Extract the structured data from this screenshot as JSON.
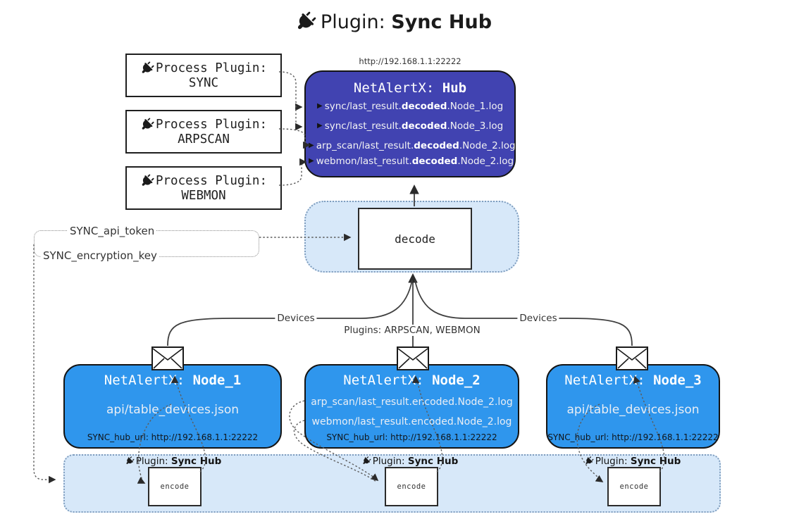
{
  "title": {
    "prefix": "Plugin: ",
    "name": "Sync Hub"
  },
  "colors": {
    "hub_bg": "#4143b1",
    "node_bg": "#2f96ed",
    "band_bg": "#d7e8f9",
    "band_border": "#7f9dbe"
  },
  "process_plugins": {
    "label": "Process Plugin:",
    "items": [
      {
        "name": "SYNC"
      },
      {
        "name": "ARPSCAN"
      },
      {
        "name": "WEBMON"
      }
    ]
  },
  "hub": {
    "url": "http://192.168.1.1:22222",
    "title_prefix": "NetAlertX: ",
    "title_name": "Hub",
    "lines": [
      {
        "pre": "sync/last_result.",
        "bold": "decoded",
        "post": ".Node_1.log"
      },
      {
        "pre": "sync/last_result.",
        "bold": "decoded",
        "post": ".Node_3.log"
      },
      {
        "pre": "arp_scan/last_result.",
        "bold": "decoded",
        "post": ".Node_2.log"
      },
      {
        "pre": "webmon/last_result.",
        "bold": "decoded",
        "post": ".Node_2.log"
      }
    ]
  },
  "decode": {
    "label": "decode"
  },
  "secrets": {
    "api_token": "SYNC_api_token",
    "encryption_key": "SYNC_encryption_key"
  },
  "edges": {
    "devices_left": "Devices",
    "devices_right": "Devices",
    "plugins_center": "Plugins: ARPSCAN, WEBMON"
  },
  "nodes": [
    {
      "title_prefix": "NetAlertX: ",
      "title_name": "Node_1",
      "lines": [
        "api/table_devices.json"
      ],
      "footer": "SYNC_hub_url: http://192.168.1.1:22222"
    },
    {
      "title_prefix": "NetAlertX: ",
      "title_name": "Node_2",
      "lines": [
        "arp_scan/last_result.encoded.Node_2.log",
        "webmon/last_result.encoded.Node_2.log"
      ],
      "footer": "SYNC_hub_url: http://192.168.1.1:22222"
    },
    {
      "title_prefix": "NetAlertX: ",
      "title_name": "Node_3",
      "lines": [
        "api/table_devices.json"
      ],
      "footer": "SYNC_hub_url: http://192.168.1.1:22222"
    }
  ],
  "encoders": {
    "label_prefix": "Plugin: ",
    "label_name": "Sync Hub",
    "box_label": "encode"
  }
}
